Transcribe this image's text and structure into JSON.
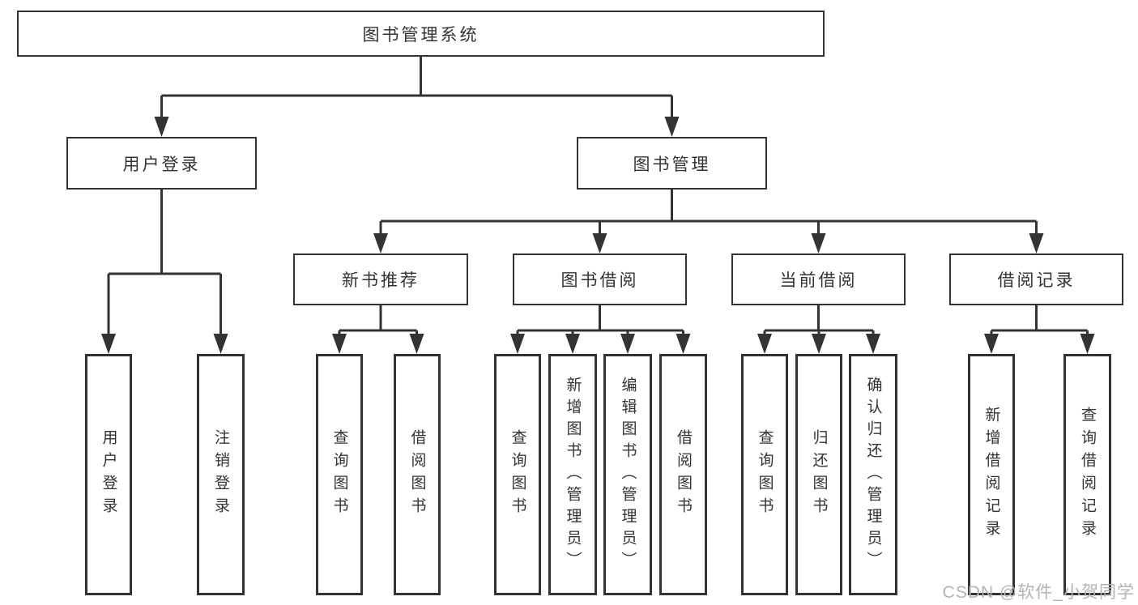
{
  "diagram": {
    "root": "图书管理系统",
    "level2": [
      "用户登录",
      "图书管理"
    ],
    "level3": [
      "新书推荐",
      "图书借阅",
      "当前借阅",
      "借阅记录"
    ],
    "leaves": {
      "user_login": [
        "用户登录",
        "注销登录"
      ],
      "new_book": [
        "查询图书",
        "借阅图书"
      ],
      "book_borrow": [
        "查询图书",
        "新增图书（管理员）",
        "编辑图书（管理员）",
        "借阅图书"
      ],
      "current_borrow": [
        "查询图书",
        "归还图书",
        "确认归还（管理员）"
      ],
      "borrow_record": [
        "新增借阅记录",
        "查询借阅记录"
      ]
    }
  },
  "watermark": "CSDN @软件_小贺同学",
  "colors": {
    "line": "#333333",
    "box_border": "#333333",
    "box_background": "#ffffff",
    "text": "#333333",
    "watermark": "#b3b3b3",
    "page_background": "#ffffff"
  }
}
